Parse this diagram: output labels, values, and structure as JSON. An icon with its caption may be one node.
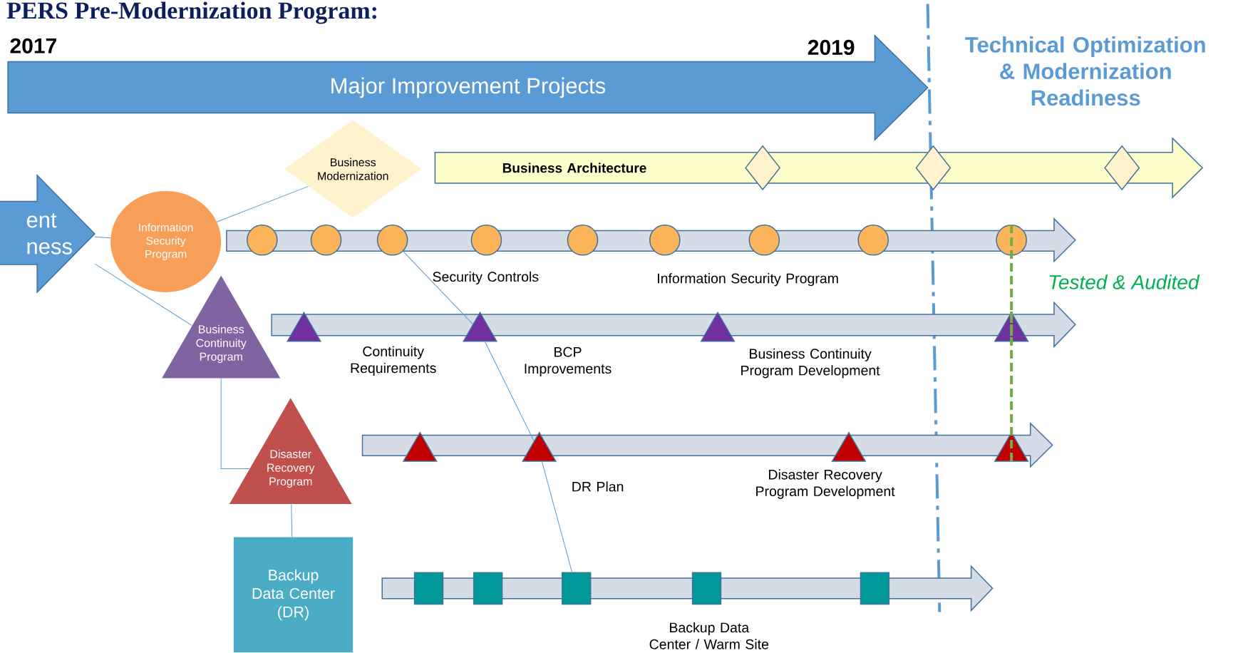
{
  "diagram": {
    "title": "PERS Pre-Modernization Program:",
    "nodes": [
      {
        "text": [
          "Major Improvement Projects"
        ]
      },
      {
        "text": [
          "ent ness"
        ]
      },
      {
        "text": [
          "Business Modernization"
        ]
      },
      {
        "text": [
          "Information Security Program"
        ]
      },
      {
        "text": [
          "Business Continuity Program"
        ]
      },
      {
        "text": [
          "Disaster Recovery Program"
        ]
      },
      {
        "text": [
          "Backup Data Center (DR)"
        ]
      },
      {
        "text": [
          "Business Architecture"
        ]
      },
      {
        "text": [],
        "shape": "diamond",
        "in": 7
      },
      {
        "text": [],
        "shape": "diamond",
        "in": 7
      },
      {
        "text": [],
        "shape": "diamond",
        "in": 7
      },
      {
        "text": [],
        "shape": "arrow",
        "beside": [
          "Security Controls",
          "Information Security Program"
        ]
      },
      {
        "text": [],
        "shape": "circle",
        "in": 11
      },
      {
        "text": [],
        "shape": "circle",
        "in": 11
      },
      {
        "text": [],
        "shape": "circle",
        "in": 11
      },
      {
        "text": [],
        "shape": "circle",
        "in": 11
      },
      {
        "text": [],
        "shape": "circle",
        "in": 11
      },
      {
        "text": [],
        "shape": "circle",
        "in": 11
      },
      {
        "text": [],
        "shape": "circle",
        "in": 11
      },
      {
        "text": [],
        "shape": "circle",
        "in": 11
      },
      {
        "text": [],
        "shape": "circle",
        "in": 11
      },
      {
        "text": [],
        "shape": "arrow",
        "beside": [
          "Continuity Requirements",
          "BCP Improvements",
          "Business Continuity Program Development"
        ]
      },
      {
        "text": [],
        "shape": "triangle",
        "in": 21
      },
      {
        "text": [],
        "shape": "triangle",
        "in": 21
      },
      {
        "text": [],
        "shape": "triangle",
        "in": 21
      },
      {
        "text": [],
        "shape": "triangle",
        "in": 21
      },
      {
        "text": [],
        "shape": "arrow",
        "beside": [
          "DR Plan",
          "Disaster Recovery Program Development"
        ]
      },
      {
        "text": [],
        "shape": "triangle",
        "in": 26
      },
      {
        "text": [],
        "shape": "triangle",
        "in": 26
      },
      {
        "text": [],
        "shape": "triangle",
        "in": 26
      },
      {
        "text": [],
        "shape": "triangle",
        "in": 26
      },
      {
        "text": [],
        "shape": "arrow",
        "beside": [
          "Backup Data Center / Warm Site"
        ]
      },
      {
        "text": [],
        "shape": "box",
        "in": 31
      },
      {
        "text": [],
        "shape": "box",
        "in": 31
      },
      {
        "text": [],
        "shape": "box",
        "in": 31
      },
      {
        "text": [],
        "shape": "box",
        "in": 31
      },
      {
        "text": [],
        "shape": "box",
        "in": 31
      }
    ],
    "edges": [
      {
        "from": 1,
        "to": 3,
        "arrow": "none"
      },
      {
        "from": 1,
        "to": 4,
        "arrow": "none"
      },
      {
        "from": 3,
        "to": 2,
        "arrow": "none"
      },
      {
        "from": 4,
        "to": 5,
        "arrow": "none"
      },
      {
        "from": 5,
        "to": 6,
        "arrow": "none"
      },
      {
        "from": 14,
        "to": 23,
        "arrow": "none"
      },
      {
        "from": 23,
        "to": 28,
        "arrow": "none"
      },
      {
        "from": 28,
        "to": 34,
        "arrow": "none"
      },
      {
        "from": 20,
        "to": 25,
        "arrow": "none",
        "style": "dashed",
        "color": "#70ad47"
      },
      {
        "from": 25,
        "to": 30,
        "arrow": "none",
        "style": "dashed",
        "color": "#70ad47"
      }
    ],
    "labels": [
      "2017",
      "2019",
      "Technical Optimization & Modernization Readiness",
      "Tested & Audited"
    ]
  }
}
